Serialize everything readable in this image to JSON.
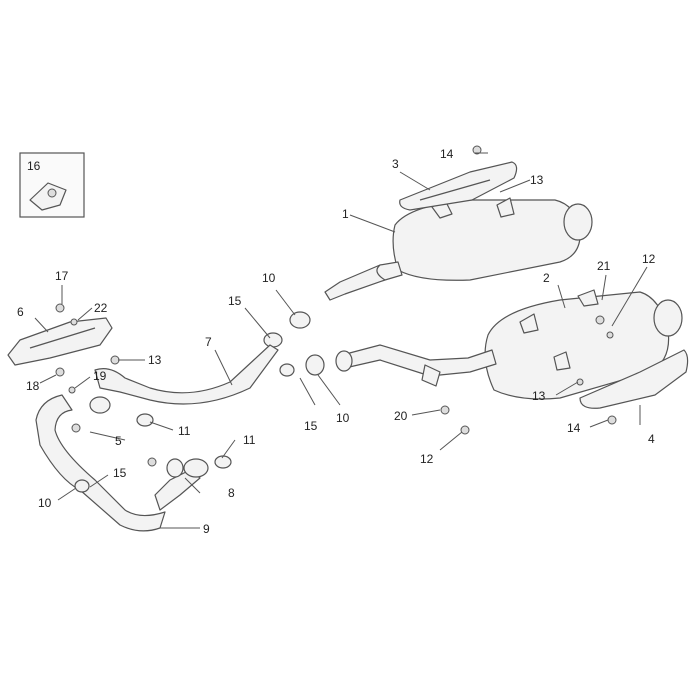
{
  "labels": {
    "l1": "1",
    "l2": "2",
    "l3": "3",
    "l4": "4",
    "l5": "5",
    "l6": "6",
    "l7": "7",
    "l8": "8",
    "l9": "9",
    "l10a": "10",
    "l10b": "10",
    "l10c": "10",
    "l11a": "11",
    "l11b": "11",
    "l12a": "12",
    "l12b": "12",
    "l13a": "13",
    "l13b": "13",
    "l13c": "13",
    "l14a": "14",
    "l14b": "14",
    "l15a": "15",
    "l15b": "15",
    "l15c": "15",
    "l16": "16",
    "l17": "17",
    "l18": "18",
    "l19": "19",
    "l20": "20",
    "l21": "21",
    "l22": "22"
  },
  "colors": {
    "line": "#555555",
    "fill": "#f3f3f3",
    "text": "#222222"
  }
}
